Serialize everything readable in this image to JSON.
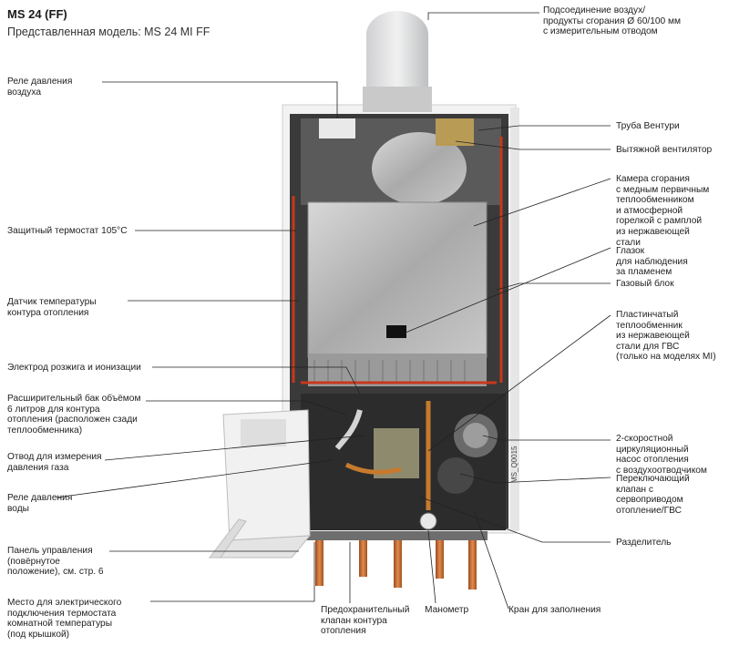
{
  "header": {
    "title": "MS 24 (FF)",
    "subtitle": "Представленная модель: MS 24 MI FF"
  },
  "labels_left": [
    "Реле давления\nвоздуха",
    "Защитный термостат 105°C",
    "Датчик температуры\nконтура отопления",
    "Электрод розжига и ионизации",
    "Расширительный бак объёмом\n6 литров для контура\nотопления (расположен сзади\nтеплообменника)",
    "Отвод для измерения\nдавления газа",
    "Реле давления\nводы",
    "Панель управления\n(повёрнутое\nположение), см. стр. 6",
    "Место для электрического\nподключения термостата\nкомнатной температуры\n(под крышкой)"
  ],
  "labels_right": [
    "Подсоединение воздух/\nпродукты сгорания Ø 60/100 мм\nс измерительным отводом",
    "Труба Вентури",
    "Вытяжной вентилятор",
    "Камера сгорания\nс медным первичным\nтеплообменником\nи атмосферной\nгорелкой с рамплой\nиз нержавеющей\nстали",
    "Глазок\nдля наблюдения\nза пламенем",
    "Газовый блок",
    "Пластинчатый\nтеплообменник\nиз нержавеющей\nстали для ГВС\n(только на моделях MI)",
    "2-скоростной\nциркуляционный\nнасос отопления\nс воздухоотводчиком",
    "Переключающий\nклапан с\nсервоприводом\nотопление/ГВС",
    "Разделитель",
    "Кран для заполнения"
  ],
  "labels_bottom": [
    "Предохранительный\nклапан контура\nотопления",
    "Манометр"
  ],
  "watermark": "MS_Q0015"
}
